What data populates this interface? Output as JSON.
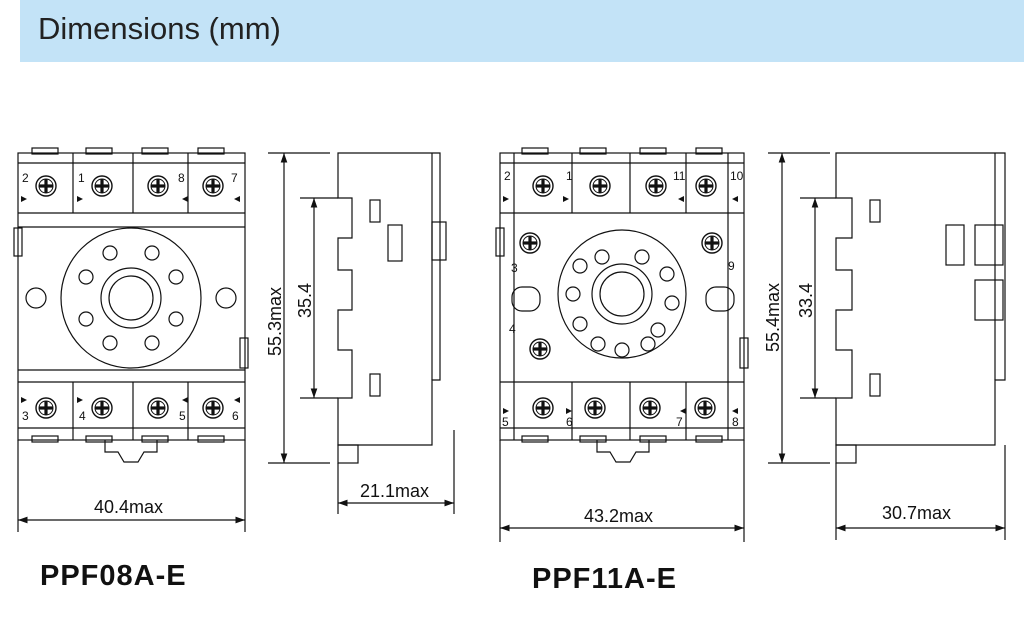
{
  "header": {
    "title": "Dimensions (mm)",
    "bg_color": "#c3e3f7"
  },
  "drawings": [
    {
      "model": "PPF08A-E",
      "width_dim": "40.4max",
      "height_dim": "55.3max",
      "pitch_dim": "35.4",
      "depth_dim": "21.1max",
      "top_terminals": [
        "2",
        "1",
        "8",
        "7"
      ],
      "bottom_terminals": [
        "3",
        "4",
        "5",
        "6"
      ]
    },
    {
      "model": "PPF11A-E",
      "width_dim": "43.2max",
      "height_dim": "55.4max",
      "pitch_dim": "33.4",
      "depth_dim": "30.7max",
      "top_terminals": [
        "2",
        "1",
        "11",
        "10"
      ],
      "side_terminals": [
        "3",
        "9",
        "4"
      ],
      "bottom_terminals": [
        "5",
        "6",
        "7",
        "8"
      ]
    }
  ]
}
